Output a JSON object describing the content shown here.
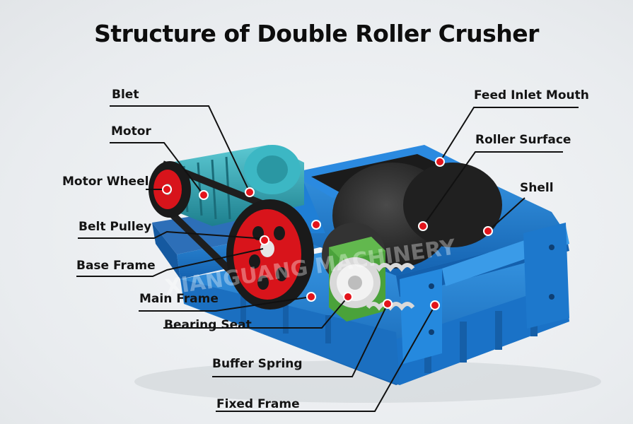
{
  "title": "Structure of Double Roller Crusher",
  "watermark": "XIANGUANG MACHINERY",
  "colors": {
    "frame_blue": "#1f7fd6",
    "frame_blue_dark": "#1460ad",
    "motor_teal": "#2fa7b5",
    "wheel_red": "#d8141b",
    "bearing_green": "#3f9c2f",
    "roller_dark": "#2b2b2b",
    "callout_dot": "#e3141b"
  },
  "labels": {
    "blet": "Blet",
    "motor": "Motor",
    "motor_wheel": "Motor Wheel",
    "belt_pulley": "Belt Pulley",
    "base_frame": "Base Frame",
    "main_frame": "Main Frame",
    "bearing_seat": "Bearing Seat",
    "buffer_spring": "Buffer Spring",
    "fixed_frame": "Fixed Frame",
    "feed_inlet_mouth": "Feed Inlet Mouth",
    "roller_surface": "Roller Surface",
    "shell": "Shell"
  }
}
